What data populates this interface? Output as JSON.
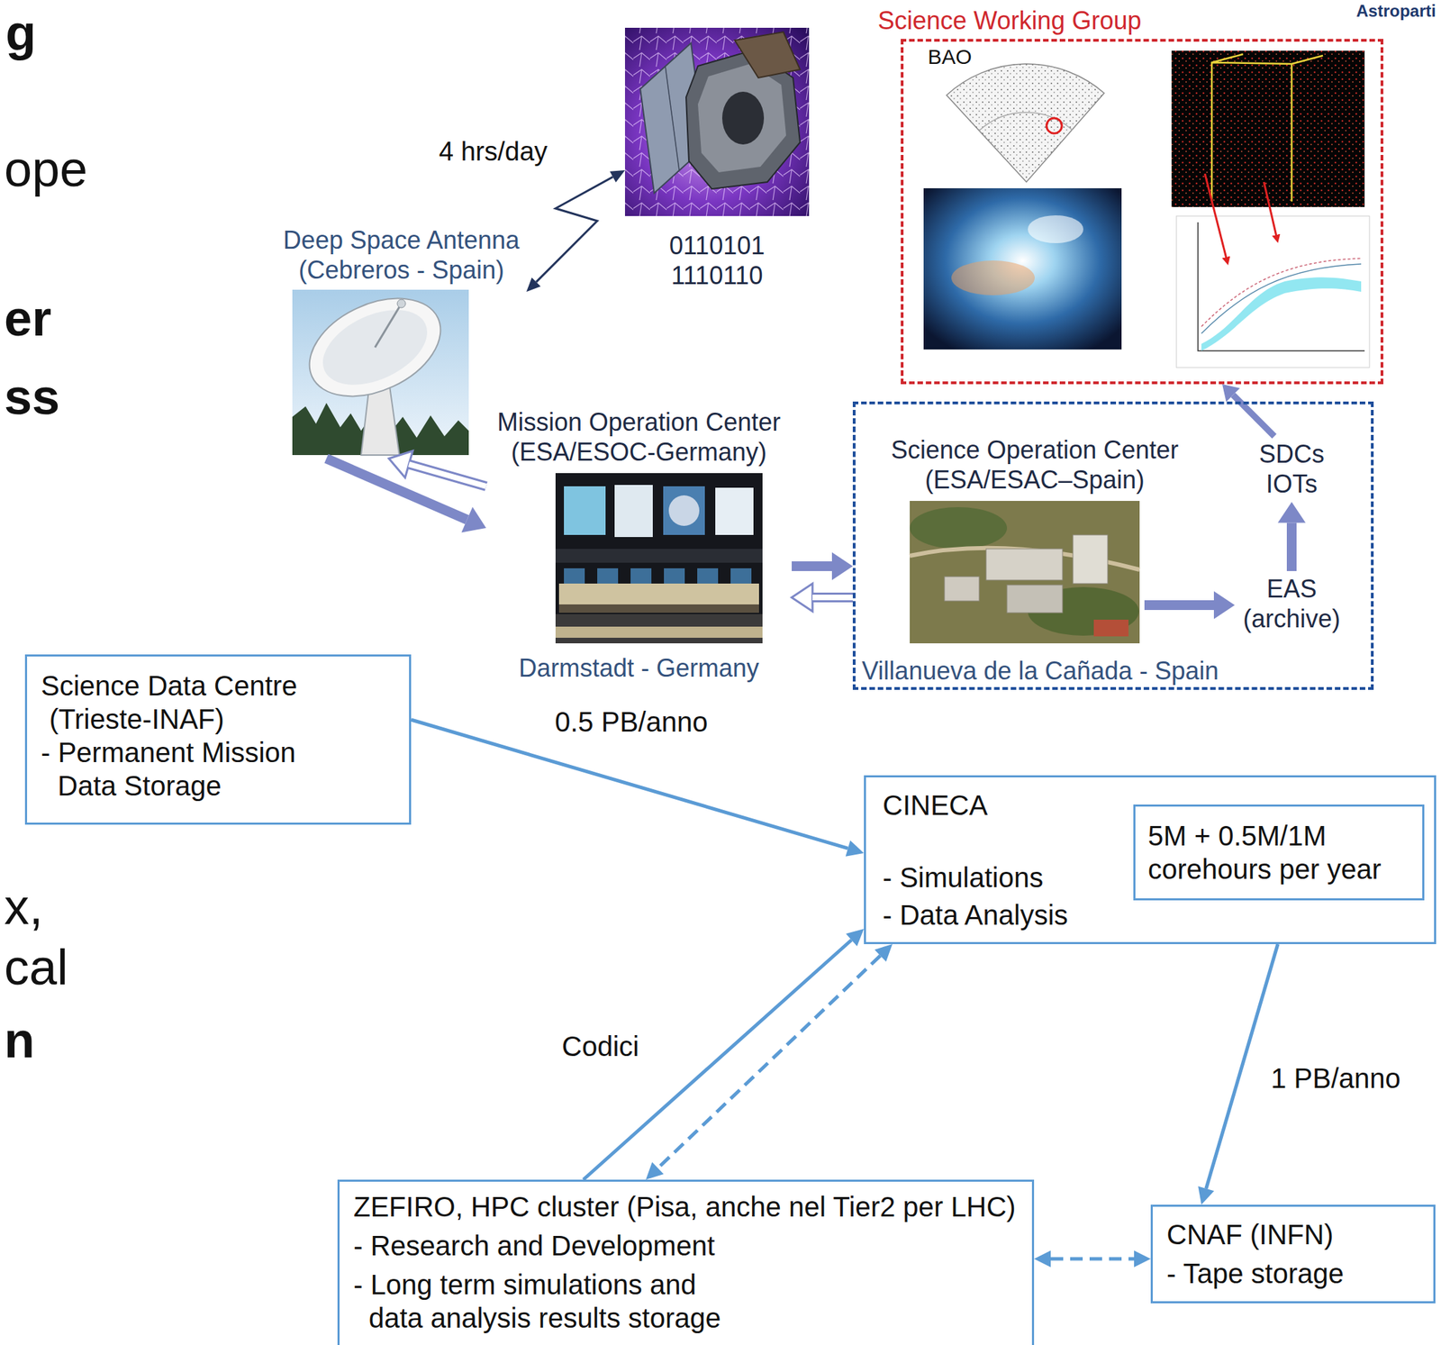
{
  "diagram": {
    "nodes": [
      {
        "text": [
          "Science Working Group"
        ]
      },
      {
        "text": [
          "0110101 1110110"
        ]
      },
      {
        "text": [
          "Deep Space Antenna (Cebreros - Spain)"
        ]
      },
      {
        "text": [
          "Mission Operation Center (ESA/ESOC-Germany)",
          "Darmstadt - Germany"
        ]
      },
      {
        "text": [
          "Science Operation Center (ESA/ESAC–Spain)",
          "Villanueva de la Cañada - Spain"
        ]
      },
      {
        "text": [
          "SDCs IOTs"
        ],
        "in": 4
      },
      {
        "text": [
          "EAS (archive)"
        ],
        "in": 4
      },
      {
        "text": [
          "Science Data Centre (Trieste-INAF)",
          "- Permanent Mission Data Storage"
        ]
      },
      {
        "text": [
          "CINECA",
          "- Simulations",
          "- Data Analysis"
        ]
      },
      {
        "text": [
          "5M + 0.5M/1M corehours per year"
        ],
        "in": 8
      },
      {
        "text": [
          "ZEFIRO, HPC cluster (Pisa, anche nel Tier2 per LHC)",
          "- Research and Development",
          "- Long term simulations and data analysis results storage"
        ]
      },
      {
        "text": [
          "CNAF (INFN)",
          "- Tape storage"
        ]
      }
    ],
    "edges": [
      {
        "from": 1,
        "to": 2,
        "label": "4 hrs/day",
        "arrow": "both"
      },
      {
        "from": 3,
        "to": 2,
        "arrow": "to"
      },
      {
        "from": 2,
        "to": 3,
        "arrow": "to"
      },
      {
        "from": 3,
        "to": 4,
        "arrow": "to"
      },
      {
        "from": 4,
        "to": 3,
        "arrow": "to"
      },
      {
        "from": 6,
        "to": 5,
        "arrow": "to"
      },
      {
        "from": 5,
        "to": 0,
        "arrow": "to"
      },
      {
        "from": 7,
        "to": 8,
        "label": "0.5 PB/anno",
        "arrow": "to"
      },
      {
        "from": 10,
        "to": 8,
        "label": "Codici",
        "arrow": "to"
      },
      {
        "from": 8,
        "to": 10,
        "arrow": "both"
      },
      {
        "from": 8,
        "to": 11,
        "label": "1 PB/anno",
        "arrow": "to"
      },
      {
        "from": 10,
        "to": 11,
        "arrow": "both"
      }
    ],
    "labels": [
      "g",
      "Astroparti",
      "ope",
      "er",
      "ss",
      "BAO",
      "x,",
      "cal",
      "n"
    ]
  }
}
